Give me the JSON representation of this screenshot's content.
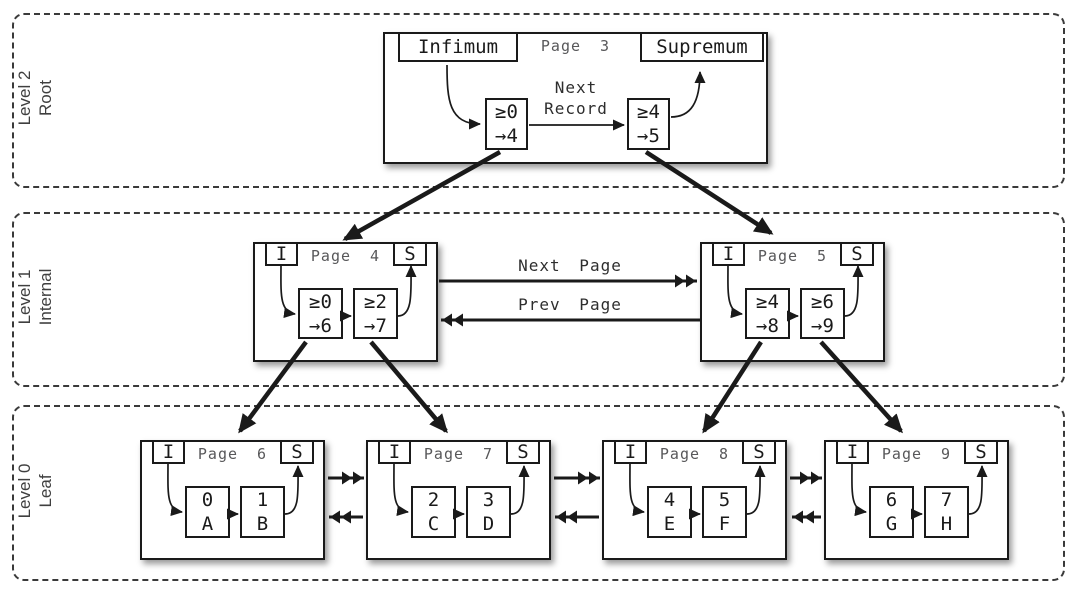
{
  "levels": [
    {
      "line1": "Level 2",
      "line2": "Root"
    },
    {
      "line1": "Level 1",
      "line2": "Internal"
    },
    {
      "line1": "Level 0",
      "line2": "Leaf"
    }
  ],
  "root_page": {
    "title": "Page 3",
    "infimum": "Infimum",
    "supremum": "Supremum",
    "next_record_line1": "Next",
    "next_record_line2": "Record",
    "cells": [
      {
        "line1": "≥0",
        "line2": "→4"
      },
      {
        "line1": "≥4",
        "line2": "→5"
      }
    ]
  },
  "internal_pages": [
    {
      "title": "Page 4",
      "infimum": "I",
      "supremum": "S",
      "cells": [
        {
          "line1": "≥0",
          "line2": "→6"
        },
        {
          "line1": "≥2",
          "line2": "→7"
        }
      ]
    },
    {
      "title": "Page 5",
      "infimum": "I",
      "supremum": "S",
      "cells": [
        {
          "line1": "≥4",
          "line2": "→8"
        },
        {
          "line1": "≥6",
          "line2": "→9"
        }
      ]
    }
  ],
  "leaf_pages": [
    {
      "title": "Page 6",
      "infimum": "I",
      "supremum": "S",
      "cells": [
        {
          "line1": "0",
          "line2": "A"
        },
        {
          "line1": "1",
          "line2": "B"
        }
      ]
    },
    {
      "title": "Page 7",
      "infimum": "I",
      "supremum": "S",
      "cells": [
        {
          "line1": "2",
          "line2": "C"
        },
        {
          "line1": "3",
          "line2": "D"
        }
      ]
    },
    {
      "title": "Page 8",
      "infimum": "I",
      "supremum": "S",
      "cells": [
        {
          "line1": "4",
          "line2": "E"
        },
        {
          "line1": "5",
          "line2": "F"
        }
      ]
    },
    {
      "title": "Page 9",
      "infimum": "I",
      "supremum": "S",
      "cells": [
        {
          "line1": "6",
          "line2": "G"
        },
        {
          "line1": "7",
          "line2": "H"
        }
      ]
    }
  ],
  "links": {
    "next_page": "Next Page",
    "prev_page": "Prev Page"
  },
  "colors": {
    "line": "#1a1a1a",
    "page_title": "#58585a",
    "background": "#ffffff"
  }
}
